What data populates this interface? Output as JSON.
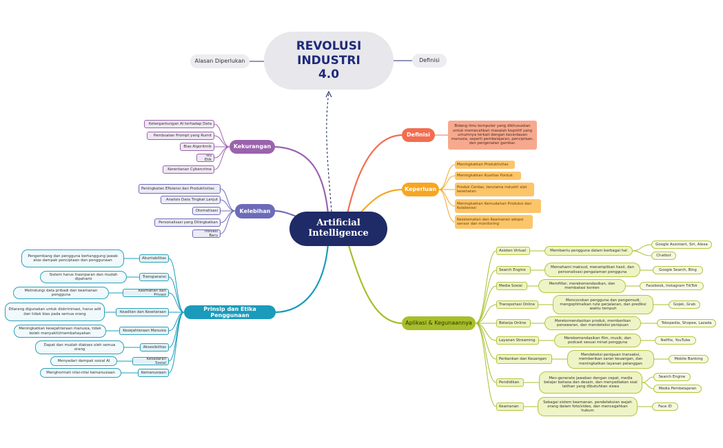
{
  "root": {
    "title": "REVOLUSI\nINDUSTRI\n4.0",
    "left_label": "Alasan Diperlukan",
    "right_label": "Definisi"
  },
  "central": {
    "title": "Artificial\nIntelligence"
  },
  "kekurangan": {
    "label": "Kekurangan",
    "items": [
      "Ketergantungan AI terhadap Data",
      "Pembuatan Prompt yang Rumit",
      "Bias Algoritmik",
      "Isu Etik",
      "Kerentanan Cybercrime"
    ]
  },
  "kelebihan": {
    "label": "Kelebihan",
    "items": [
      "Peningkatan Efisiensi dan Produktivitas",
      "Analisis Data Tingkat Lanjut",
      "Otomatisasi",
      "Personalisasi yang Ditingkatkan",
      "Inovasi Baru"
    ]
  },
  "prinsip": {
    "label": "Prinsip dan Etika Penggunaan",
    "items": [
      {
        "label": "Akuntabilitas",
        "desc": "Pengembang dan pengguna bertanggung jawab atas dampak penciptaan dan penggunaan"
      },
      {
        "label": "Transparansi",
        "desc": "Sistem harus trasnparan dan mudah dipahami"
      },
      {
        "label": "Keamanan dan Privasi",
        "desc": "Melindungi data pribadi dan keamanan pengguna"
      },
      {
        "label": "Keadilan dan Kesetaraan",
        "desc": "Dilarang digunakan untuk diskriminasi, harus adil dan tidak bias pada semua orang"
      },
      {
        "label": "Kesejahteraan Manusia",
        "desc": "Meningkatkan kesejahteraan manusia, tidak boleh menyakiti/membahayakan"
      },
      {
        "label": "Aksesibilitas",
        "desc": "Dapat dan mudah diakses oleh semua orang"
      },
      {
        "label": "Kesadaran Sosial",
        "desc": "Menyadari dampak sosial AI"
      },
      {
        "label": "Kemanusiaan",
        "desc": "Menghormati nilai-nilai kemanusiaan"
      }
    ]
  },
  "definisi": {
    "label": "Definisi",
    "desc": "Bidang ilmu komputer yang dikhususkan untuk memecahkan masalah kognitif yang umumnya terkait dengan kecerdasan manusia, seperti pembelajaran, penciptaan, dan pengenalan gambar."
  },
  "keperluan": {
    "label": "Keperluan",
    "items": [
      "Meningkatkan Produktivitas",
      "Meningkatkan Kualitas Porduk",
      "Produk Cerdas, terutama industri alat kesehatan",
      "Meningkatkan Kemudahan Produksi dan Kolaborasi",
      "Keselamatan dan Keamanan adopsi sensor dan monitoring"
    ]
  },
  "aplikasi": {
    "label": "Aplikasi & Kegunaannya",
    "items": [
      {
        "label": "Asisten Virtual",
        "desc": "Membantu pengguna dalam berbagai hal",
        "examples": [
          "Google Assistant, Siri, Alexa",
          "Chatbot"
        ]
      },
      {
        "label": "Search Engine",
        "desc": "Memahami maksud, menampilkan hasil, dan personalisasi pengalaman pengguna",
        "examples": [
          "Google Search, Bing"
        ]
      },
      {
        "label": "Media Sosial",
        "desc": "Memfilter, merekomendasikan, dan membatasi konten",
        "examples": [
          "Facebook, Instagram TikTok"
        ]
      },
      {
        "label": "Transportasi Online",
        "desc": "Mencocokan pengguna dan pengemudi, mengoptimalkan rute perjalanan, dan prediksi waktu tempuh",
        "examples": [
          "Gojek, Grab"
        ]
      },
      {
        "label": "Belanja Online",
        "desc": "Merekomendasikan produk, memberikan penawaran, dan mendeteksi penipuan",
        "examples": [
          "Tokopedia, Shopee, Lazada"
        ]
      },
      {
        "label": "Layanan Streaming",
        "desc": "Merekomendasikan film, musik, dan podcast sesuai minat pengguna",
        "examples": [
          "Netflix, YouTube"
        ]
      },
      {
        "label": "Perbankan dan Keuangan",
        "desc": "Mendeteksi penipuan transaksi, memberikan saran keuangan, dan meningkatkan layanan pelanggan",
        "examples": [
          "Mobile Banking"
        ]
      },
      {
        "label": "Pendidikan",
        "desc": "Men-generate jawaban dengan cepat, media belajar bahasa dan desain, dan menyediakan soal latihan yang dibutuhkan siswa",
        "examples": [
          "Search Engine",
          "Media Pembelajaran"
        ]
      },
      {
        "label": "Keamanan",
        "desc": "Sebagai sistem keamanan, pendeteksian wajah orang dalam foto/video, dan mencegahkan hukum",
        "examples": [
          "Face ID"
        ]
      }
    ]
  },
  "colors": {
    "root_text": "#1f2a78",
    "central": "#1f2b67",
    "kekurangan": "#9b62ad",
    "kelebihan": "#6c6bb9",
    "prinsip": "#1a9bbb",
    "definisi": "#f26d4f",
    "keperluan": "#f6a623",
    "aplikasi": "#a8be2a"
  }
}
